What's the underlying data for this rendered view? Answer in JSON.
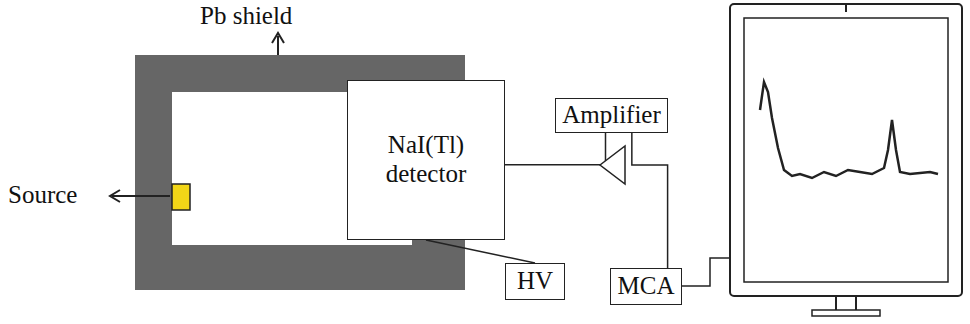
{
  "diagram": {
    "nodes": [
      {
        "text": [
          "NaI(Tl) detector"
        ]
      },
      {
        "text": [
          "Amplifier"
        ]
      },
      {
        "text": [
          "HV"
        ]
      },
      {
        "text": [
          "MCA"
        ]
      }
    ],
    "edges": [
      {
        "from": 0,
        "to": 1,
        "arrow": "none"
      },
      {
        "from": 1,
        "to": 3,
        "arrow": "none"
      },
      {
        "from": 0,
        "to": 2,
        "arrow": "none"
      }
    ],
    "labels": [
      "Pb shield",
      "Source"
    ]
  }
}
